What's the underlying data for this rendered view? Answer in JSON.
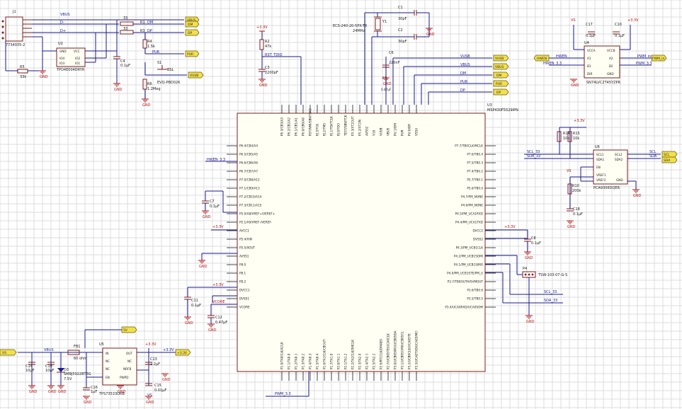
{
  "mcu": {
    "designator": "U3",
    "part": "MSP430F5529IPN",
    "left_pins": [
      "P6.4/CB4/A4",
      "P6.5/CB5/A5",
      "P6.6/CB6/A6",
      "P6.7/CB7/A7",
      "P7.0/CB8/A12",
      "P7.1/CB9/A13",
      "P7.2/CB10/A14",
      "P7.3/CB11/A15",
      "P5.0/A8/VREF+/VEREF+",
      "P5.1/A9/VREF-/VEREF-",
      "AVCC1",
      "P5.4/XIN",
      "P5.5/XOUT",
      "AVSS1",
      "P8.0",
      "P8.1",
      "P8.2",
      "DVCC1",
      "DVSS1",
      "VCORE"
    ],
    "right_pins": [
      "P7.7/TB0CLK/MCLK",
      "P7.6/TB0.4",
      "P7.5/TB0.3",
      "P7.4/TB0.2",
      "P5.7/TB0.1",
      "P5.6/TB0.0",
      "P4.7/PM_NONE",
      "P4.6/PM_NONE",
      "P4.5/PM_UCA1RXD",
      "P4.4/PM_UCA1TXD",
      "DVCC2",
      "DVSS2",
      "P4.3/PM_UCB1CLK",
      "P4.2/PM_UCB1SOMI",
      "P4.1/PM_UCB1SIMO",
      "P4.0/PM_UCB1STE/PM_U",
      "P3.7/TB0OUTH/SVMOUT",
      "P3.6/TB0.6",
      "P3.5/TB0.5",
      "P3.4/UCA0RXD/UCA0SOM"
    ],
    "top_pins": [
      "P6.3/CB3/A3",
      "P6.2/CB2/A2",
      "P6.1/CB1/A1",
      "P6.0/CB0/A0",
      "RST/NMI/SBWTDIO",
      "PJ.3/TCK",
      "PJ.2/TMS",
      "PJ.1/TDI/TCLK",
      "PJ.0/TDO",
      "TEST/SBWTCK",
      "P5.3/XT2OUT",
      "P5.2/XT2IN",
      "AVSS2",
      "V18",
      "VUSB",
      "VBUS",
      "PU.1/DM",
      "PUR",
      "PU.0/DP",
      "VSSU"
    ],
    "bottom_pins": [
      "P1.0/TA0CLK/ACLK",
      "P1.1/TA0.0",
      "P1.2/TA0.1",
      "P1.3/TA0.2",
      "P1.4/TA0.3",
      "P1.5/TA0.4",
      "P1.6/TA1CLK/CBOUT",
      "P1.7/TA1.0",
      "P2.0/TA1.1",
      "P2.1/TA1.2",
      "P2.2/TA2CLK/SMCLK",
      "P2.3/TA2.0",
      "P2.4/TA2.1",
      "P2.5/TA2.2",
      "P2.6/RTCCLK/DMAE0",
      "P2.7/UCB0STE/UCA0CLK",
      "P3.0/UCB0SIMO/UCB0SDA",
      "P3.1/UCB0SOMI/UCB0SCL",
      "P3.2/UCB0CLK/UCA0STE",
      "P3.3/UCA0TXD/UCA0SIMO"
    ]
  },
  "usb": {
    "connector": "J1",
    "connector_part": "7734035-2",
    "esd": "U2",
    "esd_part": "TPD4E004DRYR",
    "esd_pins": [
      "GND",
      "VCC",
      "IO4",
      "IO3",
      "IO2",
      "IO1"
    ],
    "r1": "R1",
    "r1_val": "33",
    "r3": "R3",
    "r3_val": "33",
    "r4": "R4",
    "r4_val": "1.5k",
    "r5": "R5",
    "r5_val": "33k",
    "r6": "R6",
    "r6_val": "1.2Meg",
    "c4": "C4",
    "c4_val": "0.1µF",
    "s1": "S1",
    "s1_part": "EVQ-PBD02K",
    "bsl": "BSL",
    "net_vbus": "VBUS",
    "net_dm": "D-",
    "net_dp": "D+",
    "net_dm2": "DM",
    "net_dp2": "DP",
    "net_pur": "PUR"
  },
  "reset": {
    "r2": "R2",
    "r2_val": "47k",
    "c3": "C3",
    "c3_val": "2200pF",
    "net": "RST_TDIO",
    "supply": "+3.3V"
  },
  "crystal": {
    "y1": "Y1",
    "y1_part": "ECS-240-20-5PX-TR",
    "y1_freq": "24MHz",
    "c1": "C1",
    "c1_val": "30pF",
    "c2": "C2",
    "c2_val": "30pF"
  },
  "usb_caps": {
    "c6": "C6",
    "c6_val": "220nF",
    "c5": "C5",
    "c5_val": "0.47µF"
  },
  "translator": {
    "designator": "U4",
    "part": "SN74LVC2T45YZPR",
    "pins": [
      "VCCA",
      "A1",
      "B1",
      "DIR",
      "VCCB",
      "A2",
      "B2",
      "GND"
    ],
    "c17": "C17",
    "c17_val": "0.1µF",
    "c10": "C10",
    "c10_val": "0.1µF",
    "net_hwen": "HWEN",
    "net_hwen33": "HWEN_3.3",
    "net_pwm": "PWM_in",
    "net_pwm33": "PWM_3.3",
    "vs": "VS",
    "supply": "+3.3V"
  },
  "i2c": {
    "designator": "U6",
    "part": "PCA9306DQER",
    "pins": [
      "SCL1",
      "SDA1",
      "EN",
      "VREF1",
      "VREF2",
      "SCL2",
      "SDA2",
      "GND"
    ],
    "r14": "R14",
    "r14_val": "10k",
    "r15": "R15",
    "r15_val": "10k",
    "r10": "R10",
    "r10_val": "200k",
    "c18": "C18",
    "c18_val": "0.1µF",
    "net_scl33": "SCL_33",
    "net_sda33": "SDA_33",
    "net_scl": "SCL",
    "net_sda": "SDA",
    "vs": "VS",
    "supply": "+3.3V"
  },
  "regulator": {
    "designator": "U5",
    "part": "TPS73533DRB",
    "pins": [
      "IN",
      "NC",
      "NC",
      "EN",
      "OUT",
      "NC",
      "NRFB",
      "PWPD"
    ],
    "fb1": "FB1",
    "fb1_val": "60 ohm",
    "c14": "C14",
    "c14_val": "10µF",
    "c19": "C19",
    "c19_val": "10µF",
    "c16": "C16",
    "c16_val": "1µF",
    "c13": "C13",
    "c13_val": "2.2µF",
    "c15": "C15",
    "c15_val": "0.01µF",
    "d3": "D3",
    "d3_part": "SMBJ5922BT3G",
    "d3_val": "7.5V",
    "net_vbus": "VBUS",
    "net_vs": "VS",
    "net_vin": "VS",
    "net_33": "+3.3V",
    "supply": "+3.3V"
  },
  "misc": {
    "c7": "C7",
    "c7_val": "0.1µF",
    "c8": "C8",
    "c8_val": "0.1µF",
    "c11": "C11",
    "c11_val": "0.1µF",
    "c12": "C12",
    "c12_val": "0.47µF",
    "p4": "P4",
    "p4_part": "TSW-103-07-G-S",
    "net_vcore": "VCORE",
    "net_scl33": "SCL_33",
    "net_sda33": "SDA_33",
    "net_hwen33": "HWEN_3.3",
    "net_pwm33": "PWM_3.3",
    "supply": "+3.3V",
    "gnd": "GND"
  },
  "ports": {
    "vbus": "VBUS",
    "dm": "DM",
    "dp": "DP",
    "pur": "PUR",
    "vusb": "VUSB",
    "hwen": "HWEN",
    "pwm_in": "PWM_in",
    "scl": "SCL",
    "sda": "SDA",
    "vs": "VS",
    "v5v": "5V"
  }
}
